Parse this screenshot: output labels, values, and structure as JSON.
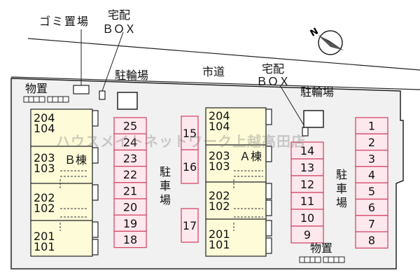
{
  "labels": {
    "garbage": "ゴミ置場",
    "delivery_box_left": "宅配\nＢＯＸ",
    "delivery_box_right": "宅配\nＢＯＸ",
    "storage_left": "物置",
    "storage_right": "物置",
    "bike_left": "駐輪場",
    "bike_right": "駐輪場",
    "road": "市道",
    "parking_middle": "駐車場",
    "parking_right": "駐車場",
    "building_b": "Ｂ棟",
    "building_a": "Ａ棟"
  },
  "building_b_units": [
    "204\n104",
    "203\n103",
    "202\n102",
    "201\n101"
  ],
  "building_a_units": [
    "204\n104",
    "203\n103",
    "202\n102",
    "201\n101"
  ],
  "parking_left": [
    "25",
    "24",
    "23",
    "22",
    "21",
    "20",
    "19",
    "18"
  ],
  "parking_center": [
    "15",
    "16",
    "17"
  ],
  "parking_right_inner": [
    "14",
    "13",
    "12",
    "11",
    "10",
    "9"
  ],
  "parking_right_outer": [
    "1",
    "2",
    "3",
    "4",
    "5",
    "6",
    "7",
    "8"
  ],
  "watermark": "ハウスメイトネットワーク上越高田店",
  "compass": "N",
  "colors": {
    "building_fill": "#fdfbd8",
    "parking_fill": "#fde8ee",
    "parking_stroke": "#d44a6a",
    "site_fill": "#f1f1f1",
    "line": "#222222"
  }
}
